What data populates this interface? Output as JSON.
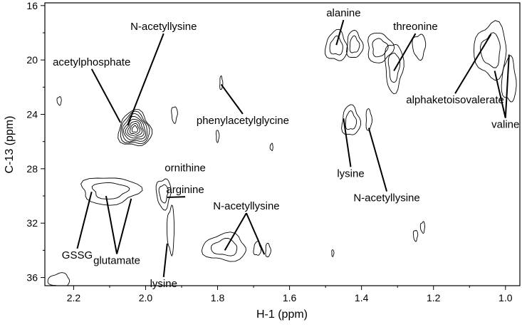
{
  "chart_data": {
    "type": "contour",
    "xlabel": "H-1 (ppm)",
    "ylabel": "C-13 (ppm)",
    "x_reversed": true,
    "y_reversed": true,
    "xlim": [
      2.28,
      0.96
    ],
    "ylim": [
      15.8,
      36.6
    ],
    "x_ticks": [
      "2.2",
      "2.0",
      "1.8",
      "1.6",
      "1.4",
      "1.2",
      "1.0"
    ],
    "y_ticks": [
      "16",
      "20",
      "24",
      "28",
      "32",
      "36"
    ],
    "x_tick_values": [
      2.2,
      2.0,
      1.8,
      1.6,
      1.4,
      1.2,
      1.0
    ],
    "y_tick_values": [
      16,
      20,
      24,
      28,
      32,
      36
    ],
    "annotations": [
      {
        "text": "alanine",
        "label_x": 1.45,
        "label_y": 16.8,
        "points": [
          [
            1.47,
            18.9
          ]
        ]
      },
      {
        "text": "threonine",
        "label_x": 1.25,
        "label_y": 17.8,
        "points": [
          [
            1.31,
            20.8
          ]
        ]
      },
      {
        "text": "N-acetyllysine",
        "label_x": 1.95,
        "label_y": 17.8,
        "points": [
          [
            2.05,
            24.8
          ]
        ]
      },
      {
        "text": "acetylphosphate",
        "label_x": 2.15,
        "label_y": 20.4,
        "points": [
          [
            2.07,
            24.6
          ]
        ]
      },
      {
        "text": "alphaketoisovalerate",
        "label_x": 1.14,
        "label_y": 23.2,
        "points": [
          [
            1.04,
            18.1
          ]
        ]
      },
      {
        "text": "valine",
        "label_x": 1.0,
        "label_y": 25.0,
        "points": [
          [
            1.03,
            20.8
          ],
          [
            0.99,
            19.6
          ]
        ]
      },
      {
        "text": "phenylacetylglycine",
        "label_x": 1.73,
        "label_y": 24.7,
        "points": [
          [
            1.79,
            21.8
          ]
        ]
      },
      {
        "text": "lysine",
        "label_x": 1.43,
        "label_y": 28.6,
        "points": [
          [
            1.45,
            24.3
          ]
        ]
      },
      {
        "text": "N-acetyllysine",
        "label_x": 1.33,
        "label_y": 30.4,
        "points": [
          [
            1.38,
            25.0
          ]
        ]
      },
      {
        "text": "ornithine",
        "label_x": 1.89,
        "label_y": 28.2,
        "points": []
      },
      {
        "text": "arginine",
        "label_x": 1.89,
        "label_y": 29.8,
        "points": [
          [
            1.94,
            30.1
          ]
        ]
      },
      {
        "text": "N-acetyllysine",
        "label_x": 1.72,
        "label_y": 31.0,
        "points": [
          [
            1.78,
            34.0
          ],
          [
            1.67,
            34.3
          ]
        ]
      },
      {
        "text": "GSSG",
        "label_x": 2.19,
        "label_y": 34.6,
        "points": [
          [
            2.15,
            29.7
          ]
        ]
      },
      {
        "text": "glutamate",
        "label_x": 2.08,
        "label_y": 35.0,
        "points": [
          [
            2.11,
            30.0
          ],
          [
            2.04,
            30.2
          ]
        ]
      },
      {
        "text": "lysine",
        "label_x": 1.95,
        "label_y": 36.7,
        "points": [
          [
            1.94,
            33.5
          ]
        ]
      }
    ],
    "peaks": [
      {
        "x": 2.03,
        "y": 25.1,
        "rx": 0.045,
        "ry": 1.3,
        "levels": 8
      },
      {
        "x": 1.79,
        "y": 21.7,
        "rx": 0.004,
        "ry": 0.5,
        "levels": 1
      },
      {
        "x": 1.8,
        "y": 25.6,
        "rx": 0.004,
        "ry": 0.45,
        "levels": 1
      },
      {
        "x": 1.92,
        "y": 24.0,
        "rx": 0.008,
        "ry": 0.6,
        "levels": 1
      },
      {
        "x": 2.24,
        "y": 23.0,
        "rx": 0.006,
        "ry": 0.3,
        "levels": 1
      },
      {
        "x": 1.65,
        "y": 26.4,
        "rx": 0.004,
        "ry": 0.25,
        "levels": 1
      },
      {
        "x": 1.47,
        "y": 19.0,
        "rx": 0.03,
        "ry": 1.1,
        "levels": 2
      },
      {
        "x": 1.42,
        "y": 18.9,
        "rx": 0.022,
        "ry": 1.0,
        "levels": 2
      },
      {
        "x": 1.35,
        "y": 19.1,
        "rx": 0.035,
        "ry": 1.1,
        "levels": 2
      },
      {
        "x": 1.31,
        "y": 20.5,
        "rx": 0.025,
        "ry": 1.8,
        "levels": 2
      },
      {
        "x": 1.24,
        "y": 19.0,
        "rx": 0.018,
        "ry": 0.9,
        "levels": 1
      },
      {
        "x": 1.04,
        "y": 19.3,
        "rx": 0.045,
        "ry": 2.0,
        "levels": 2
      },
      {
        "x": 0.99,
        "y": 21.5,
        "rx": 0.02,
        "ry": 1.6,
        "levels": 1
      },
      {
        "x": 1.43,
        "y": 24.5,
        "rx": 0.025,
        "ry": 1.1,
        "levels": 2
      },
      {
        "x": 1.38,
        "y": 24.4,
        "rx": 0.008,
        "ry": 0.8,
        "levels": 1
      },
      {
        "x": 2.1,
        "y": 29.6,
        "rx": 0.08,
        "ry": 1.0,
        "levels": 2
      },
      {
        "x": 1.95,
        "y": 29.8,
        "rx": 0.02,
        "ry": 1.1,
        "levels": 2
      },
      {
        "x": 1.93,
        "y": 32.5,
        "rx": 0.01,
        "ry": 1.7,
        "levels": 1
      },
      {
        "x": 1.78,
        "y": 33.8,
        "rx": 0.06,
        "ry": 1.0,
        "levels": 2
      },
      {
        "x": 1.69,
        "y": 33.9,
        "rx": 0.01,
        "ry": 0.5,
        "levels": 1
      },
      {
        "x": 1.66,
        "y": 34.0,
        "rx": 0.007,
        "ry": 0.5,
        "levels": 1
      },
      {
        "x": 1.48,
        "y": 34.2,
        "rx": 0.003,
        "ry": 0.25,
        "levels": 1
      },
      {
        "x": 1.25,
        "y": 32.9,
        "rx": 0.006,
        "ry": 0.4,
        "levels": 1
      },
      {
        "x": 1.23,
        "y": 32.3,
        "rx": 0.006,
        "ry": 0.4,
        "levels": 1
      },
      {
        "x": 2.24,
        "y": 36.2,
        "rx": 0.03,
        "ry": 0.5,
        "levels": 1
      }
    ]
  }
}
